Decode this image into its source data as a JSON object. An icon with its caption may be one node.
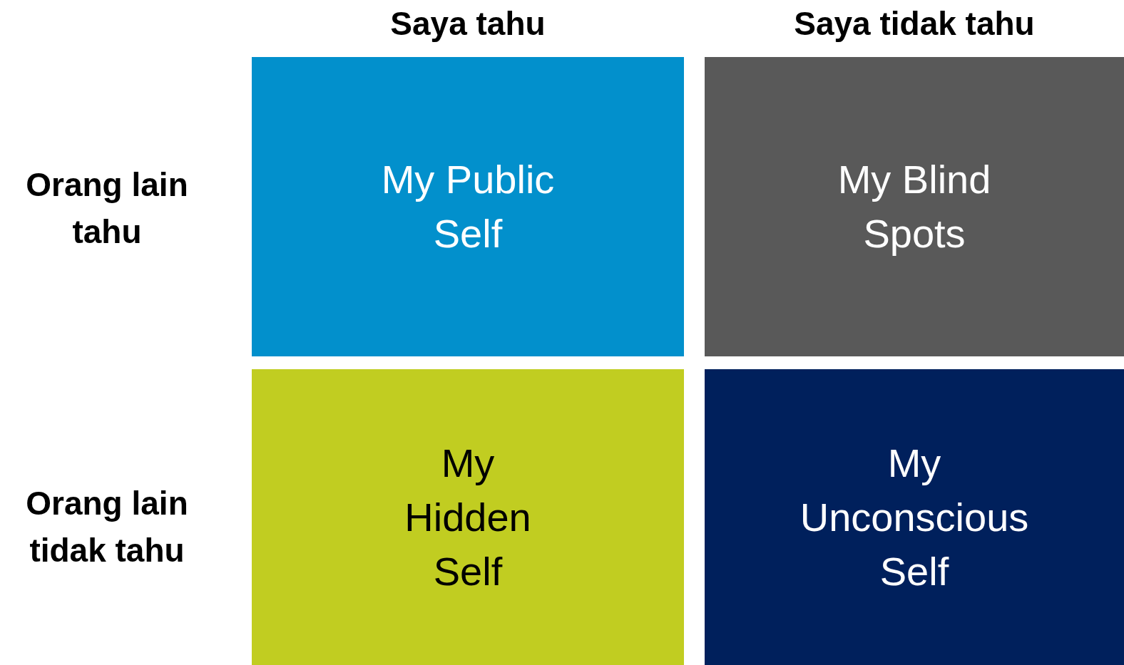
{
  "diagram": {
    "nodes": [
      {
        "text": [
          "My Public Self"
        ]
      },
      {
        "text": [
          "My Blind Spots"
        ]
      },
      {
        "text": [
          "My Hidden Self"
        ]
      },
      {
        "text": [
          "My Unconscious Self"
        ]
      }
    ],
    "labels": [
      "Saya tahu",
      "Saya tidak tahu",
      "Orang lain tahu",
      "Orang lain tidak tahu"
    ]
  }
}
